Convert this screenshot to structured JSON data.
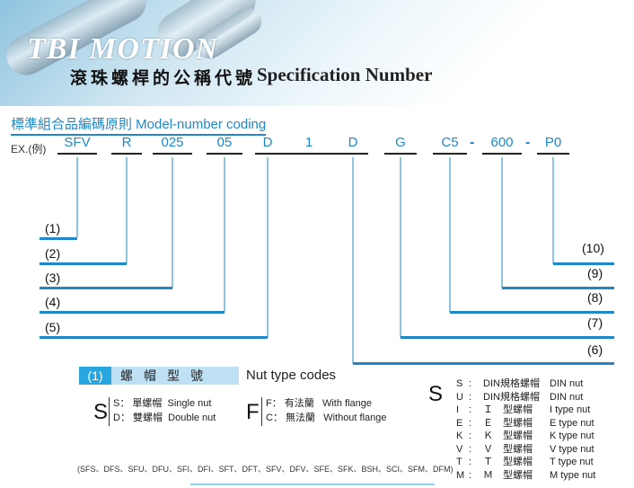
{
  "header": {
    "brand": "TBI MOTION",
    "title_zh": "滾珠螺桿的公稱代號",
    "title_en": "Specification Number"
  },
  "model_coding": {
    "title": "標準組合品編碼原則 Model-number coding",
    "example_label": "EX.(例)",
    "codes": [
      "SFV",
      "R",
      "025",
      "05",
      "D",
      "1",
      "D",
      "G",
      "C5",
      "600",
      "P0"
    ],
    "separators": [
      "-",
      "-"
    ]
  },
  "callout_labels": {
    "left": [
      "(1)",
      "(2)",
      "(3)",
      "(4)",
      "(5)"
    ],
    "right": [
      "(10)",
      "(9)",
      "(8)",
      "(7)",
      "(6)"
    ]
  },
  "nut_type": {
    "index": "(1)",
    "title_zh": "螺帽型號",
    "title_en": "Nut type codes",
    "group_s": {
      "letter": "S",
      "items": [
        {
          "code": "S：",
          "zh": "單螺帽",
          "en": "Single nut"
        },
        {
          "code": "D：",
          "zh": "雙螺帽",
          "en": "Double nut"
        }
      ]
    },
    "group_f": {
      "letter": "F",
      "items": [
        {
          "code": "F：",
          "zh": "有法蘭",
          "en": "With flange"
        },
        {
          "code": "C：",
          "zh": "無法蘭",
          "en": "Without flange"
        }
      ]
    },
    "group_list": {
      "letter": "S",
      "rows": [
        {
          "code": "S",
          "sep": ":",
          "zh": "DIN規格螺帽",
          "en": "DIN nut"
        },
        {
          "code": "U",
          "sep": ":",
          "zh": "DIN規格螺帽",
          "en": "DIN nut"
        },
        {
          "code": "I",
          "sep": ":",
          "zh": "Ｉ　型螺帽",
          "en": "I type nut"
        },
        {
          "code": "E",
          "sep": ":",
          "zh": "Ｅ　型螺帽",
          "en": "E type nut"
        },
        {
          "code": "K",
          "sep": ":",
          "zh": "Ｋ　型螺帽",
          "en": "K type nut"
        },
        {
          "code": "V",
          "sep": ":",
          "zh": "Ｖ　型螺帽",
          "en": "V type nut"
        },
        {
          "code": "T",
          "sep": ":",
          "zh": "Ｔ　型螺帽",
          "en": "T type nut"
        },
        {
          "code": "M",
          "sep": ":",
          "zh": "Ｍ　型螺帽",
          "en": "M type nut"
        }
      ]
    },
    "footnote": "(SFS、DFS、SFU、DFU、SFI、DFI、SFT、DFT、SFV、DFV、SFE、SFK、BSH、SCI、SFM、DFM)"
  },
  "colors": {
    "accent": "#1e88c8",
    "highlight": "#29a6de",
    "light_band": "#bfe1f4"
  }
}
